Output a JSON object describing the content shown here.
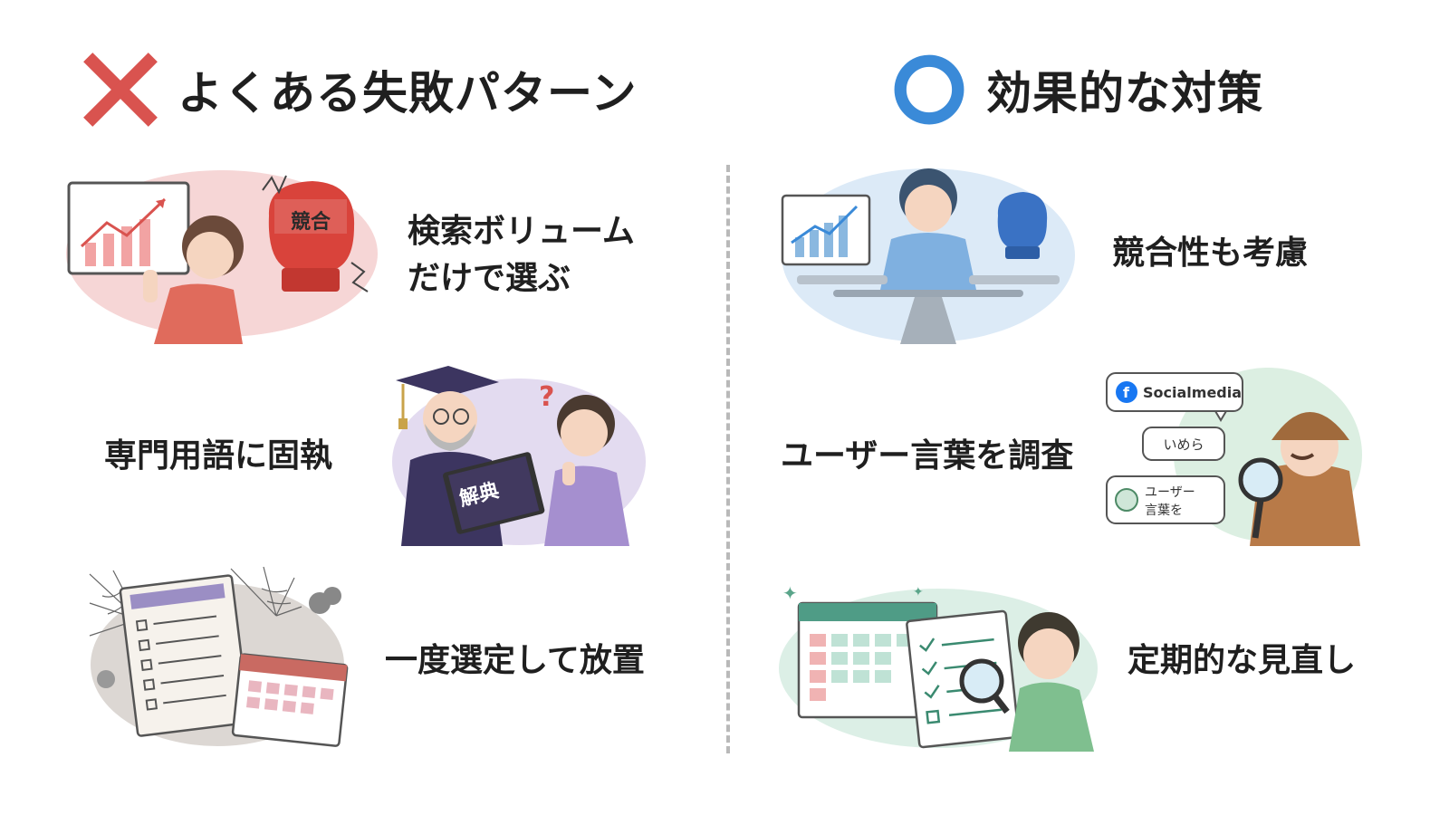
{
  "left": {
    "title": "よくある失敗パターン",
    "mark_icon": "cross-icon",
    "mark_color": "#d9534f",
    "items": [
      {
        "line1": "検索ボリューム",
        "line2": "だけで選ぶ",
        "illustration": "chart-boxing-glove-illustration",
        "glove_text": "競合"
      },
      {
        "line1": "専門用語に固執",
        "illustration": "professor-dictionary-illustration",
        "book_text": "解典"
      },
      {
        "line1": "一度選定して放置",
        "illustration": "cobweb-checklist-calendar-illustration"
      }
    ]
  },
  "right": {
    "title": "効果的な対策",
    "mark_icon": "circle-icon",
    "mark_color": "#3a8ad8",
    "items": [
      {
        "line1": "競合性も考慮",
        "illustration": "balance-scale-illustration"
      },
      {
        "line1": "ユーザー言葉を調査",
        "illustration": "detective-social-illustration",
        "bubble1": "Socialmedia",
        "bubble2": "いめら",
        "bubble3_line1": "ユーザー",
        "bubble3_line2": "言葉を"
      },
      {
        "line1": "定期的な見直し",
        "illustration": "calendar-review-illustration"
      }
    ]
  }
}
